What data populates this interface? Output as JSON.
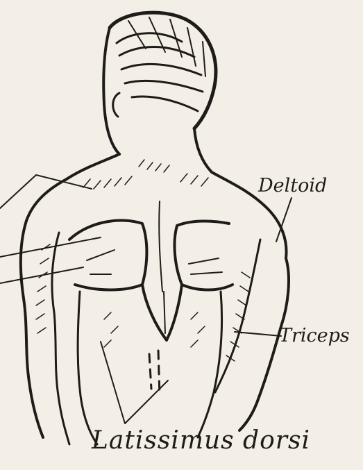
{
  "labels": {
    "deltoid": "Deltoid",
    "triceps": "Triceps",
    "latissimus_dorsi": "Latissimus dorsi"
  },
  "colors": {
    "paper": "#f3efe6",
    "ink": "#1f1b18"
  }
}
